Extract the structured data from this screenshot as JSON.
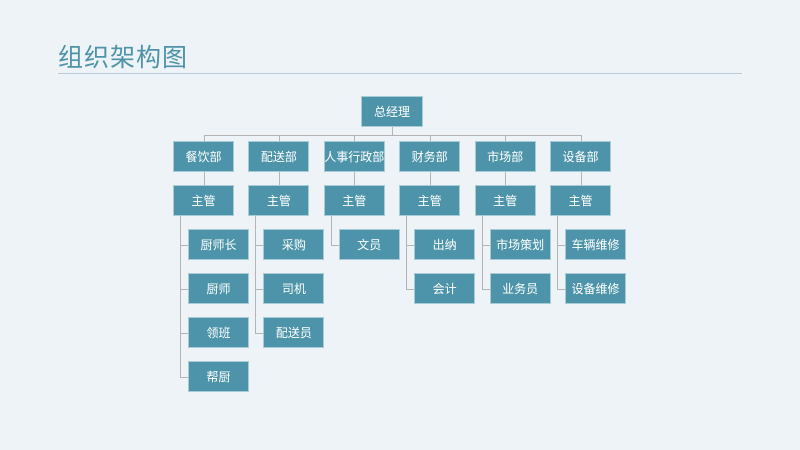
{
  "header": {
    "title": "组织架构图"
  },
  "org": {
    "root": "总经理",
    "departments": [
      {
        "name": "餐饮部",
        "lead": "主管",
        "roles": [
          "厨师长",
          "厨师",
          "领班",
          "帮厨"
        ]
      },
      {
        "name": "配送部",
        "lead": "主管",
        "roles": [
          "采购",
          "司机",
          "配送员"
        ]
      },
      {
        "name": "人事行政部",
        "lead": "主管",
        "roles": [
          "文员"
        ]
      },
      {
        "name": "财务部",
        "lead": "主管",
        "roles": [
          "出纳",
          "会计"
        ]
      },
      {
        "name": "市场部",
        "lead": "主管",
        "roles": [
          "市场策划",
          "业务员"
        ]
      },
      {
        "name": "设备部",
        "lead": "主管",
        "roles": [
          "车辆维修",
          "设备维修"
        ]
      }
    ]
  },
  "colors": {
    "box": "#4d94aa",
    "title": "#4e93aa",
    "line": "#b4b4b4",
    "background": "#eef3f7"
  }
}
